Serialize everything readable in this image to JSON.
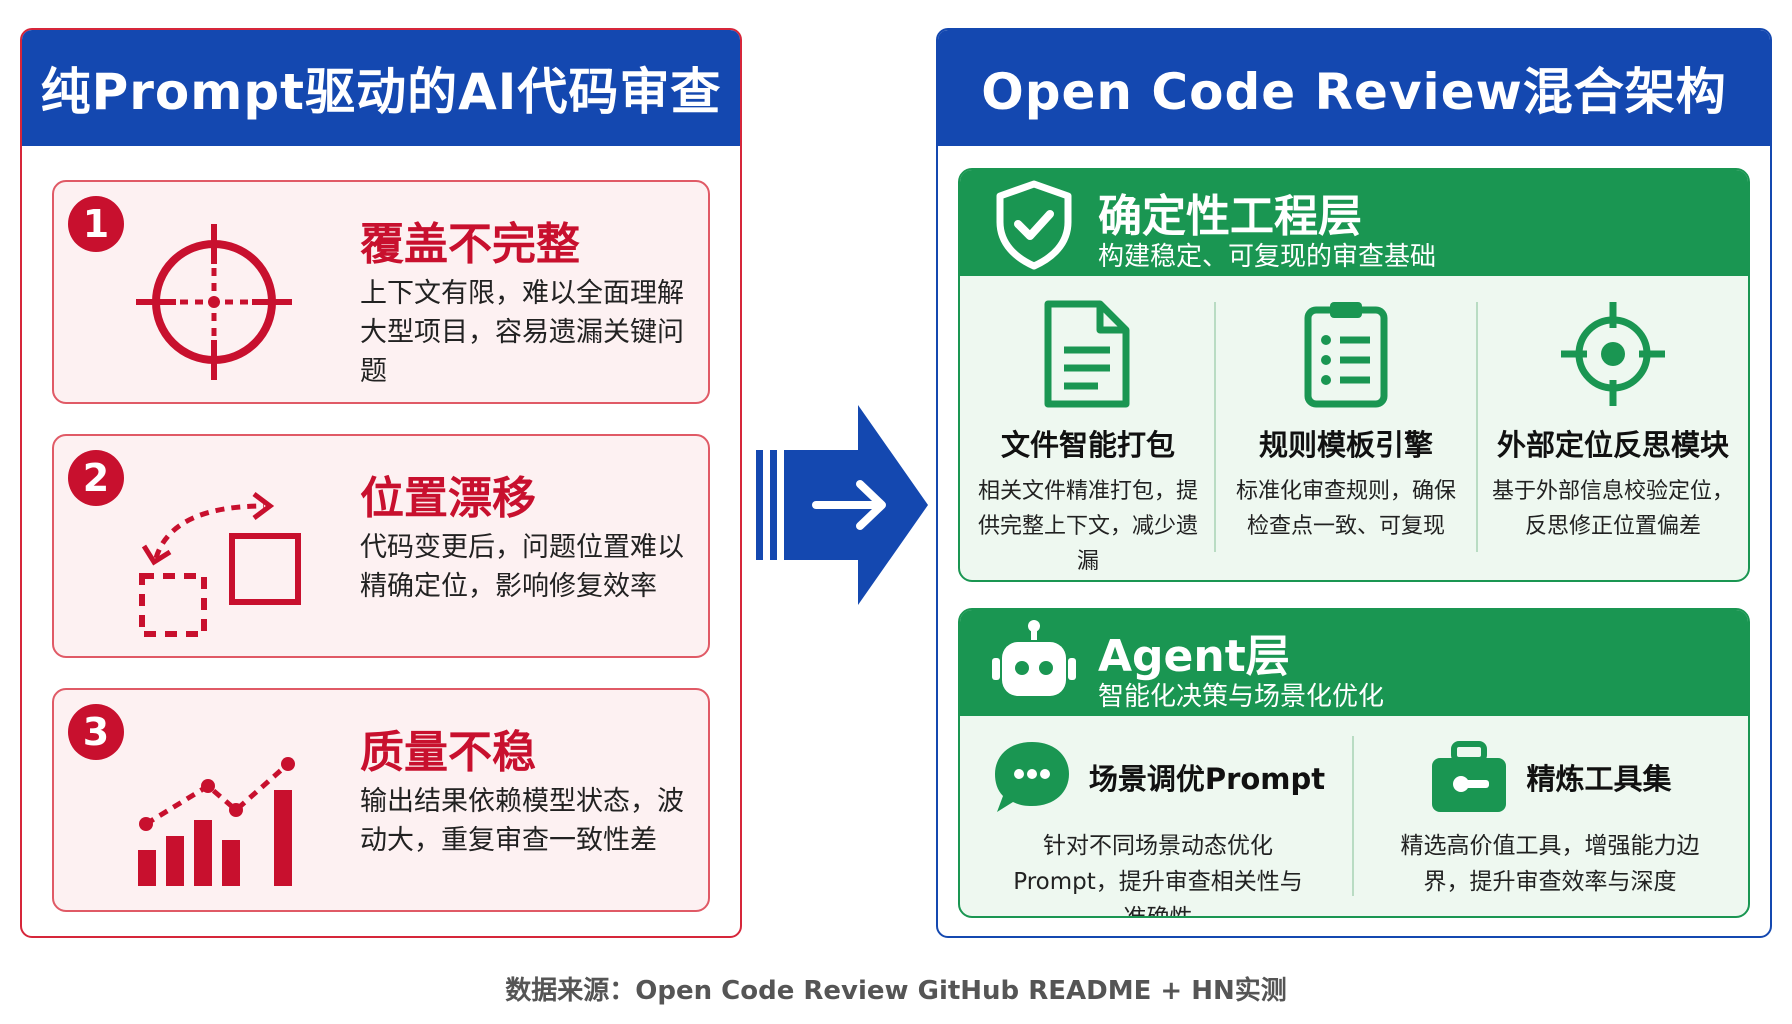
{
  "left": {
    "title": "纯Prompt驱动的AI代码审查",
    "cards": [
      {
        "num": "1",
        "title": "覆盖不完整",
        "desc": "上下文有限，难以全面理解大型项目，容易遗漏关键问题",
        "icon": "crosshair-icon"
      },
      {
        "num": "2",
        "title": "位置漂移",
        "desc": "代码变更后，问题位置难以精确定位，影响修复效率",
        "icon": "position-drift-icon"
      },
      {
        "num": "3",
        "title": "质量不稳",
        "desc": "输出结果依赖模型状态，波动大，重复审查一致性差",
        "icon": "fluctuating-chart-icon"
      }
    ]
  },
  "right": {
    "title": "Open Code Review混合架构",
    "deterministic_layer": {
      "title": "确定性工程层",
      "subtitle": "构建稳定、可复现的审查基础",
      "icon": "shield-check-icon",
      "modules": [
        {
          "title": "文件智能打包",
          "desc": "相关文件精准打包，提供完整上下文，减少遗漏",
          "icon": "document-icon"
        },
        {
          "title": "规则模板引擎",
          "desc": "标准化审查规则，确保检查点一致、可复现",
          "icon": "checklist-icon"
        },
        {
          "title": "外部定位反思模块",
          "desc": "基于外部信息校验定位，反思修正位置偏差",
          "icon": "target-icon"
        }
      ]
    },
    "agent_layer": {
      "title": "Agent层",
      "subtitle": "智能化决策与场景化优化",
      "icon": "robot-icon",
      "modules": [
        {
          "title": "场景调优Prompt",
          "desc": "针对不同场景动态优化Prompt，提升审查相关性与准确性",
          "icon": "chat-bubble-icon"
        },
        {
          "title": "精炼工具集",
          "desc": "精选高价值工具，增强能力边界，提升审查效率与深度",
          "icon": "toolbox-icon"
        }
      ]
    }
  },
  "footer": "数据来源：Open Code Review GitHub README + HN实测",
  "colors": {
    "blue": "#1448b0",
    "red": "#c8102e",
    "green": "#1a9652",
    "light_green": "#eef8f0",
    "light_red": "#fdf1f2"
  }
}
